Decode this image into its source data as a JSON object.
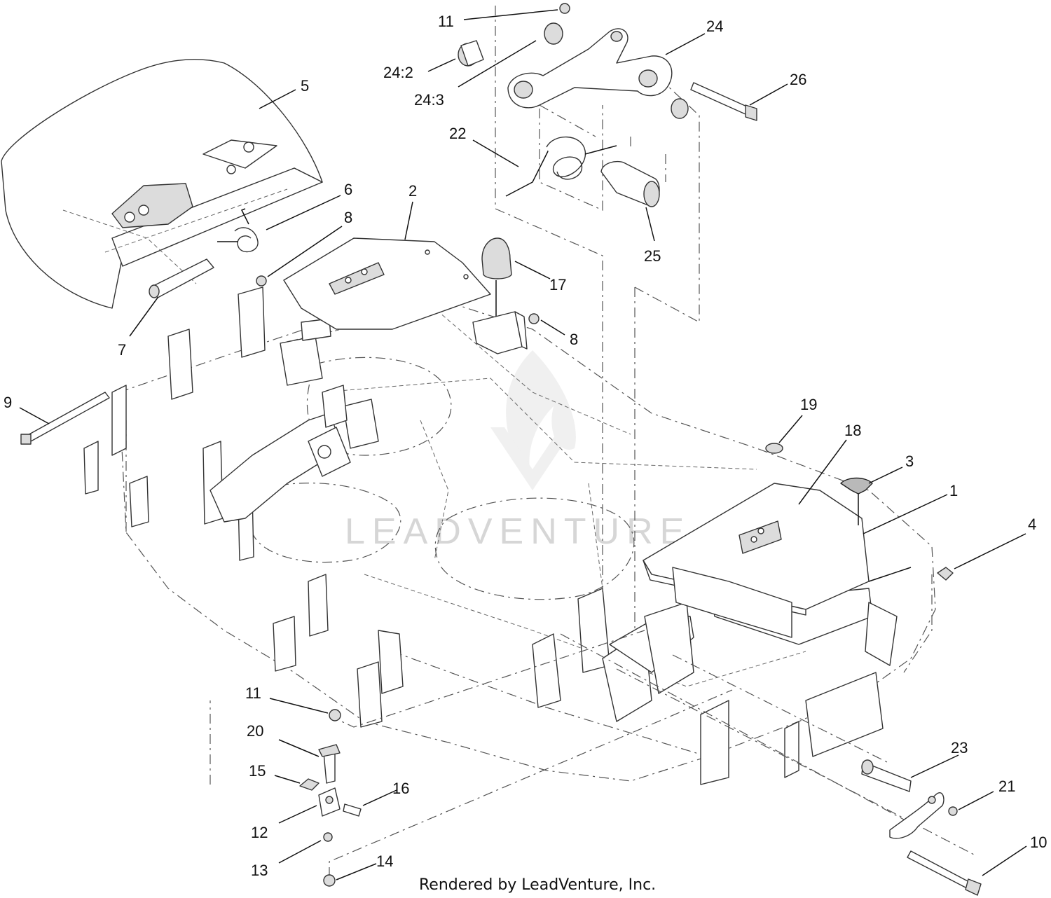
{
  "diagram": {
    "callouts": [
      {
        "id": "c11a",
        "label": "11"
      },
      {
        "id": "c24",
        "label": "24"
      },
      {
        "id": "c24_2",
        "label": "24:2"
      },
      {
        "id": "c24_3",
        "label": "24:3"
      },
      {
        "id": "c26",
        "label": "26"
      },
      {
        "id": "c5",
        "label": "5"
      },
      {
        "id": "c22",
        "label": "22"
      },
      {
        "id": "c6",
        "label": "6"
      },
      {
        "id": "c2",
        "label": "2"
      },
      {
        "id": "c8a",
        "label": "8"
      },
      {
        "id": "c25",
        "label": "25"
      },
      {
        "id": "c17",
        "label": "17"
      },
      {
        "id": "c8b",
        "label": "8"
      },
      {
        "id": "c7",
        "label": "7"
      },
      {
        "id": "c9",
        "label": "9"
      },
      {
        "id": "c19",
        "label": "19"
      },
      {
        "id": "c18",
        "label": "18"
      },
      {
        "id": "c3",
        "label": "3"
      },
      {
        "id": "c1",
        "label": "1"
      },
      {
        "id": "c4",
        "label": "4"
      },
      {
        "id": "c11b",
        "label": "11"
      },
      {
        "id": "c20",
        "label": "20"
      },
      {
        "id": "c23",
        "label": "23"
      },
      {
        "id": "c15",
        "label": "15"
      },
      {
        "id": "c16",
        "label": "16"
      },
      {
        "id": "c21",
        "label": "21"
      },
      {
        "id": "c12",
        "label": "12"
      },
      {
        "id": "c10",
        "label": "10"
      },
      {
        "id": "c13",
        "label": "13"
      },
      {
        "id": "c14",
        "label": "14"
      }
    ]
  },
  "watermark": {
    "text": "LEADVENTURE"
  },
  "footer": {
    "credit": "Rendered by LeadVenture, Inc."
  },
  "colors": {
    "ink": "#111111",
    "part_fill": "#ffffff",
    "shade": "#dcdcdc",
    "watermark": "#d6d6d6"
  }
}
